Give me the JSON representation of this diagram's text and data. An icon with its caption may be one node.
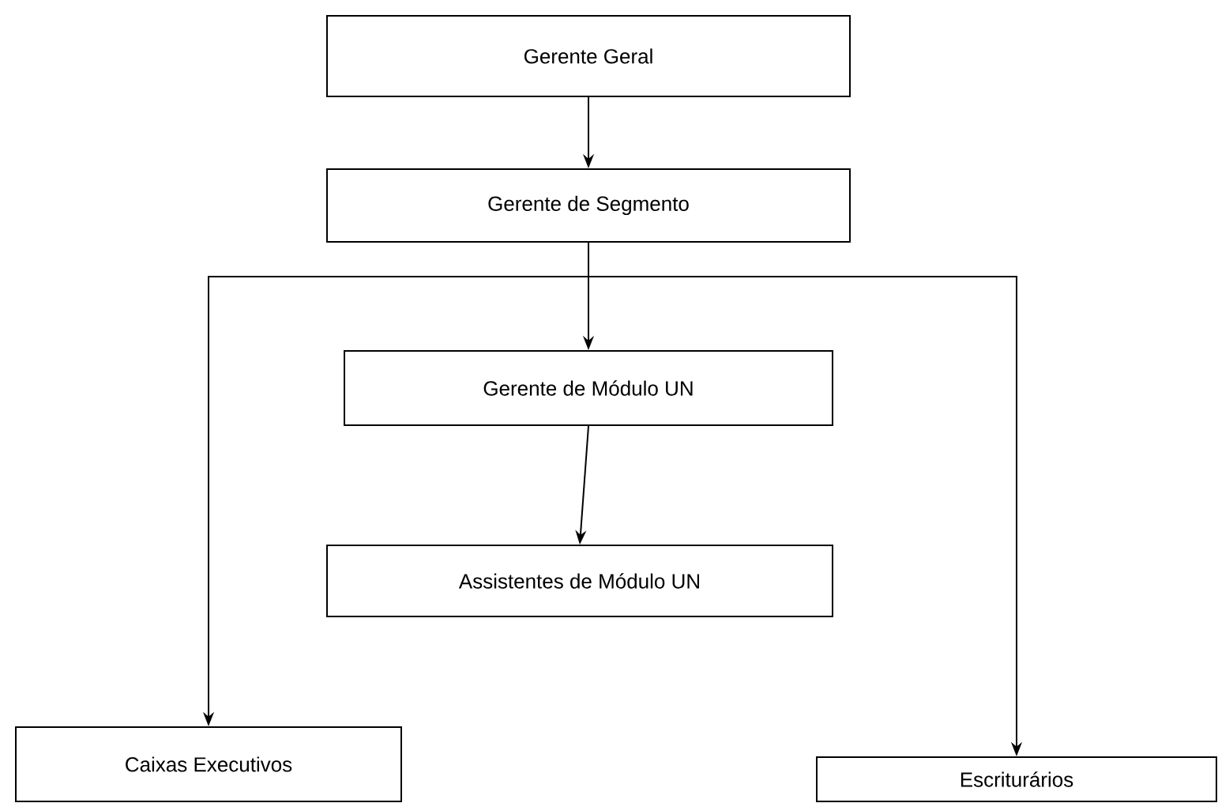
{
  "diagram": {
    "nodes": [
      {
        "text": [
          "Gerente Geral"
        ]
      },
      {
        "text": [
          "Gerente de Segmento"
        ]
      },
      {
        "text": [
          "Gerente de Módulo UN"
        ]
      },
      {
        "text": [
          "Assistentes de Módulo UN"
        ]
      },
      {
        "text": [
          "Caixas Executivos"
        ]
      },
      {
        "text": [
          "Escriturários"
        ]
      }
    ],
    "edges": [
      {
        "from": 0,
        "to": 1,
        "arrow": "to"
      },
      {
        "from": 1,
        "to": 2,
        "arrow": "to"
      },
      {
        "from": 2,
        "to": 3,
        "arrow": "to"
      },
      {
        "from": 1,
        "to": 4,
        "arrow": "to"
      },
      {
        "from": 1,
        "to": 5,
        "arrow": "to"
      }
    ]
  }
}
